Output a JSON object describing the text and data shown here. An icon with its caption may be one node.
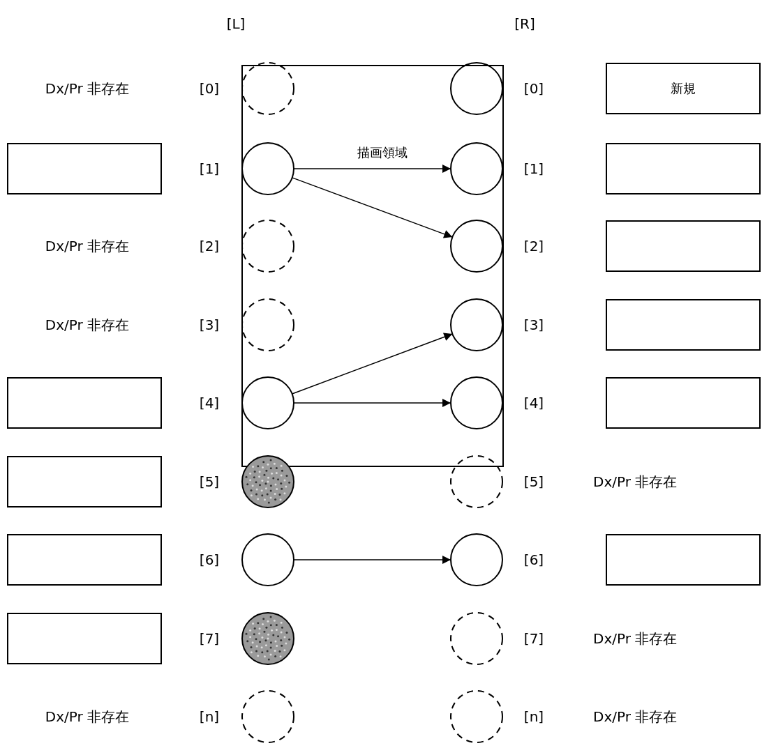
{
  "diagram": {
    "nodes": [
      {
        "text": [
          "描画領域"
        ]
      },
      {
        "text": [],
        "shape": "circle",
        "in": 0
      },
      {
        "text": [],
        "shape": "circle",
        "in": 0
      },
      {
        "text": [
          "新規"
        ]
      },
      {
        "text": [],
        "shape": "box"
      },
      {
        "text": [],
        "shape": "circle",
        "in": 0
      },
      {
        "text": [],
        "shape": "circle",
        "in": 0
      },
      {
        "text": [],
        "shape": "box"
      },
      {
        "text": [],
        "shape": "circle",
        "in": 0
      },
      {
        "text": [],
        "shape": "circle",
        "in": 0
      },
      {
        "text": [],
        "shape": "box"
      },
      {
        "text": [],
        "shape": "circle",
        "in": 0
      },
      {
        "text": [],
        "shape": "circle",
        "in": 0
      },
      {
        "text": [],
        "shape": "box"
      },
      {
        "text": [],
        "shape": "box"
      },
      {
        "text": [],
        "shape": "circle",
        "in": 0
      },
      {
        "text": [],
        "shape": "circle",
        "in": 0
      },
      {
        "text": [],
        "shape": "box"
      },
      {
        "text": [],
        "shape": "box"
      },
      {
        "text": [],
        "shape": "circle"
      },
      {
        "text": [],
        "shape": "circle"
      },
      {
        "text": [],
        "shape": "box"
      },
      {
        "text": [],
        "shape": "circle"
      },
      {
        "text": [],
        "shape": "circle"
      },
      {
        "text": [],
        "shape": "box"
      },
      {
        "text": [],
        "shape": "box"
      },
      {
        "text": [],
        "shape": "circle"
      },
      {
        "text": [],
        "shape": "circle"
      },
      {
        "text": [],
        "shape": "circle"
      },
      {
        "text": [],
        "shape": "circle"
      }
    ],
    "edges": [
      {
        "from": 5,
        "to": 6,
        "arrow": "to"
      },
      {
        "from": 5,
        "to": 9,
        "arrow": "to"
      },
      {
        "from": 15,
        "to": 12,
        "arrow": "to"
      },
      {
        "from": 15,
        "to": 16,
        "arrow": "to"
      },
      {
        "from": 22,
        "to": 23,
        "arrow": "to"
      }
    ],
    "labels": [
      "[L]",
      "[R]",
      "Dx/Pr 非存在",
      "[0]",
      "[0]",
      "[1]",
      "[1]",
      "Dx/Pr 非存在",
      "[2]",
      "[2]",
      "Dx/Pr 非存在",
      "[3]",
      "[3]",
      "[4]",
      "[4]",
      "[5]",
      "[5]",
      "Dx/Pr 非存在",
      "[6]",
      "[6]",
      "[7]",
      "[7]",
      "Dx/Pr 非存在",
      "Dx/Pr 非存在",
      "[n]",
      "[n]",
      "Dx/Pr 非存在"
    ]
  }
}
